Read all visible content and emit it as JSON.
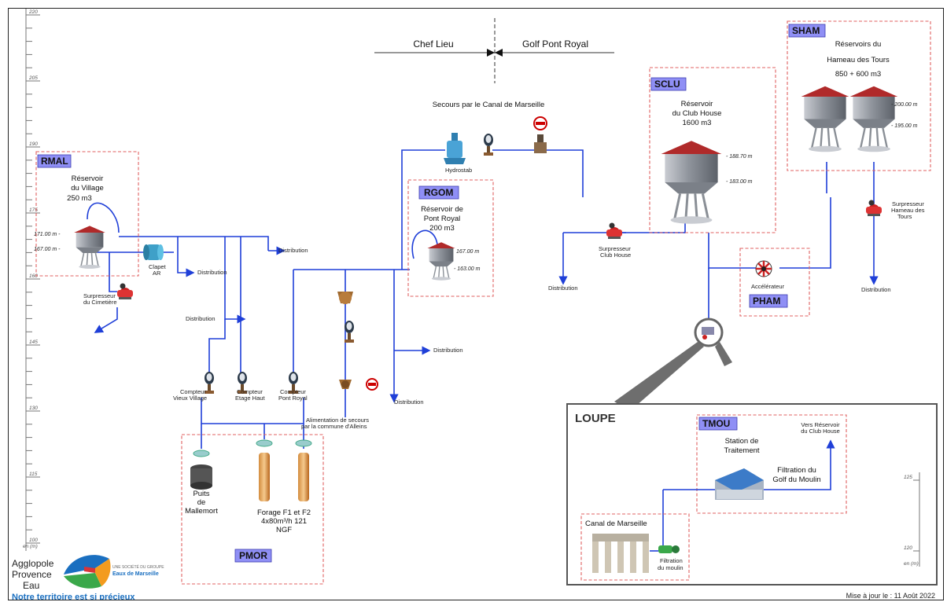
{
  "header": {
    "left": "Chef Lieu",
    "right": "Golf Pont Royal"
  },
  "top_label": "Secours par le Canal de Marseille",
  "left_axis": {
    "ticks": [
      "220",
      "205",
      "190",
      "175",
      "160",
      "145",
      "130",
      "115",
      "100"
    ],
    "unit": "en (m)"
  },
  "zones": {
    "rmal": {
      "tag": "RMAL",
      "title": [
        "Réservoir",
        "du Village",
        "250 m3"
      ],
      "elev_top": "171.00 m -",
      "elev_bot": "167.00 m -"
    },
    "rgom": {
      "tag": "RGOM",
      "title": [
        "Réservoir de",
        "Pont Royal",
        "200 m3"
      ],
      "elev_top": "167.00 m",
      "elev_bot": "- 163.00 m"
    },
    "sclu": {
      "tag": "SCLU",
      "title": [
        "Réservoir",
        "du Club House",
        "1600 m3"
      ],
      "elev_top": "- 188.70 m",
      "elev_bot": "- 183.00 m"
    },
    "sham": {
      "tag": "SHAM",
      "title": [
        "Réservoirs du",
        "Hameau des Tours",
        "850 + 600 m3"
      ],
      "elev_top": "- 200.00 m",
      "elev_bot": "- 195.00 m"
    },
    "pham": {
      "tag": "PHAM",
      "label": "Accélérateur"
    },
    "pmor": {
      "tag": "PMOR",
      "puits": [
        "Puits",
        "de",
        "Mallemort"
      ],
      "forage": [
        "Forage F1 et F2",
        "4x80m³/h 121",
        "NGF"
      ]
    },
    "tmou": {
      "tag": "TMOU",
      "station": [
        "Station de",
        "Traitement"
      ],
      "filtration": [
        "Filtration du",
        "Golf du Moulin"
      ],
      "vers": [
        "Vers Réservoir",
        "du Club House"
      ]
    },
    "canal": {
      "title": "Canal de Marseille",
      "filtration": [
        "Filtration",
        "du moulin"
      ]
    }
  },
  "labels": {
    "clapet": [
      "Clapet",
      "AR"
    ],
    "surp_cimetiere": [
      "Surpresseur",
      "du Cimetière"
    ],
    "surp_club": [
      "Surpresseur",
      "Club House"
    ],
    "surp_hameau": [
      "Surpresseur",
      "Hameau des",
      "Tours"
    ],
    "hydrostab": "Hydrostab",
    "distribution": "Distribution",
    "compteurs": [
      [
        "Compteur",
        "Vieux Village"
      ],
      [
        "Compteur",
        "Etage Haut"
      ],
      [
        "Compteur",
        "Pont Royal"
      ]
    ],
    "alimentation": [
      "Alimentation de secours",
      "par la commune d'Alleins"
    ]
  },
  "loupe": {
    "title": "LOUPE",
    "axis_ticks": [
      "125",
      "120"
    ],
    "unit": "en (m)"
  },
  "footer": {
    "brand": [
      "Agglopole",
      "Provence",
      "Eau"
    ],
    "slogan": "Notre territoire est si précieux",
    "partner_small": "UNE SOCIÉTÉ DU GROUPE",
    "partner": "Eaux de Marseille",
    "update": "Mise à jour le : 11 Août 2022"
  },
  "colors": {
    "pipe": "#1f3fd8",
    "zone": "#e06060",
    "tag": "#8f8ff5",
    "roof": "#b02a2a",
    "tank": "#9a9fa8"
  }
}
